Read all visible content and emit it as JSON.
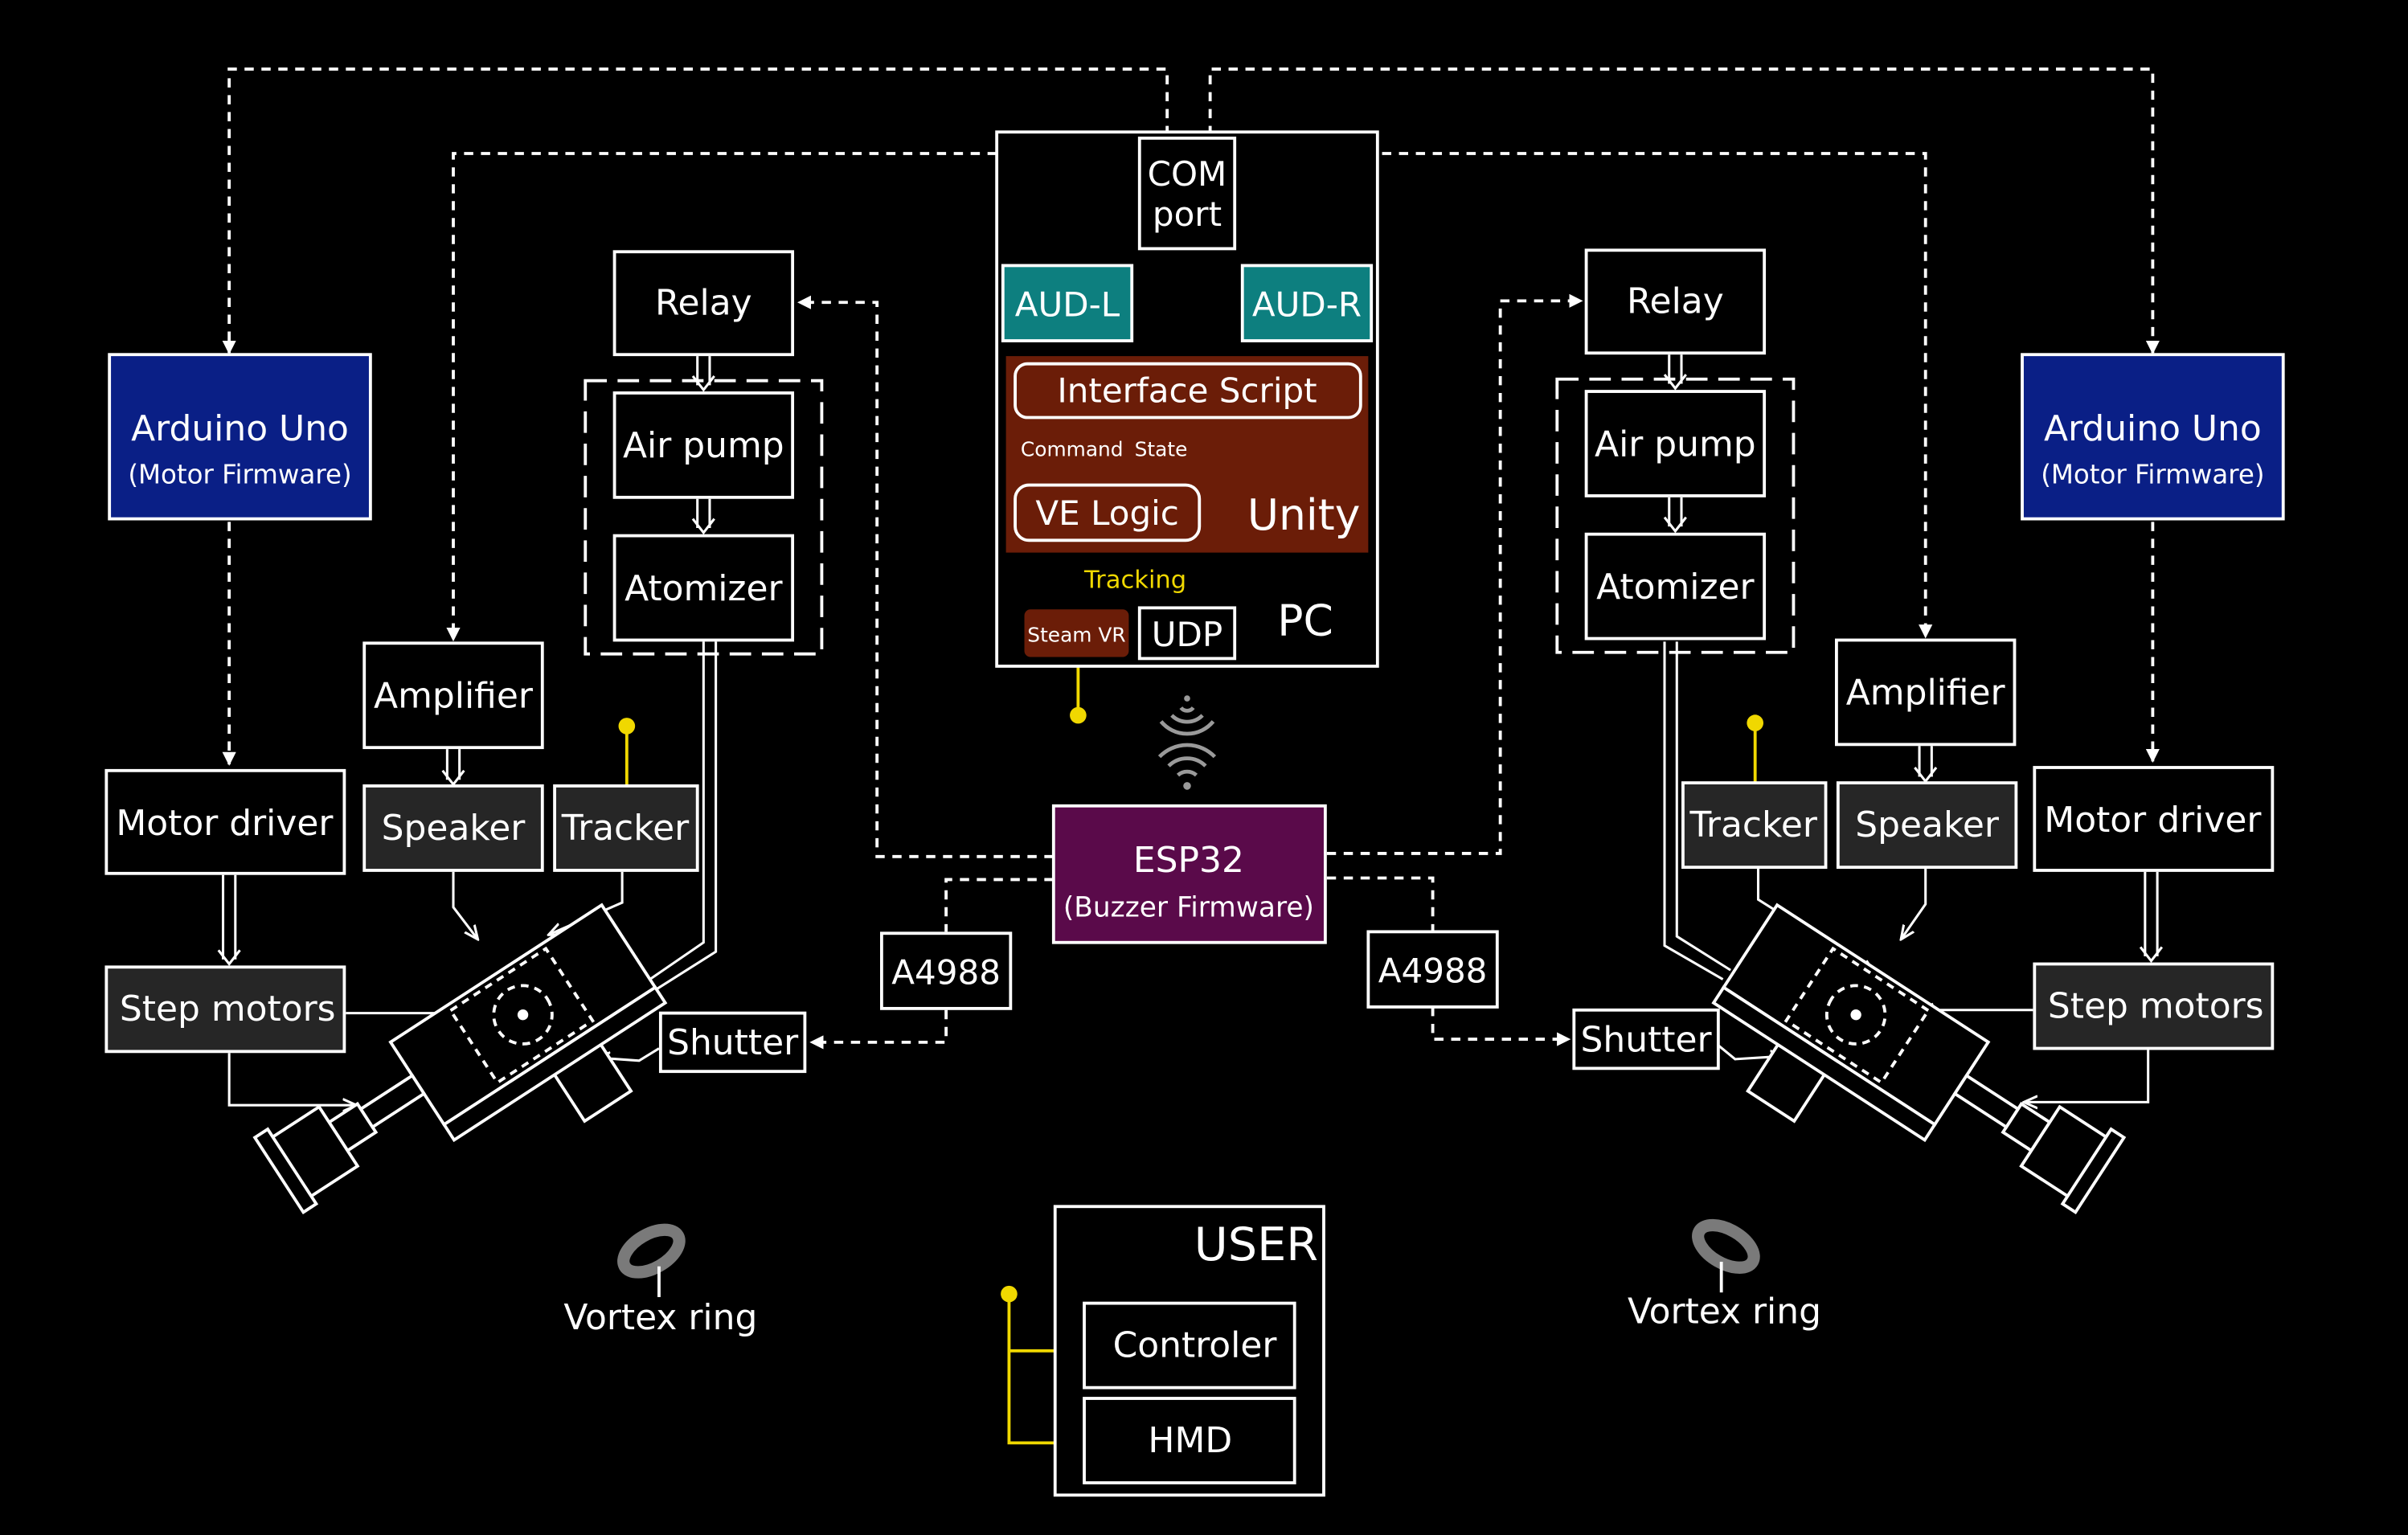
{
  "colors": {
    "background": "#000000",
    "stroke": "#ffffff",
    "arduino_fill": "#0a1f86",
    "audio_fill": "#0d7f7f",
    "unity_fill": "#6b1d08",
    "esp32_fill": "#5a0a4a",
    "device_fill": "#262626",
    "tracking": "#f0d800",
    "vortex_ring": "#7a7a7a"
  },
  "pc": {
    "label": "PC",
    "com_port": [
      "COM",
      "port"
    ],
    "aud_left": "AUD-L",
    "aud_right": "AUD-R",
    "unity": {
      "label": "Unity",
      "interface_script": "Interface Script",
      "ve_logic": "VE Logic",
      "command_label": "Command",
      "state_label": "State"
    },
    "tracking_label": "Tracking",
    "steam_vr": "Steam VR",
    "udp": "UDP"
  },
  "esp32": {
    "title": "ESP32",
    "subtitle": "(Buzzer Firmware)"
  },
  "left": {
    "arduino_title": "Arduino Uno",
    "arduino_subtitle": "(Motor Firmware)",
    "relay": "Relay",
    "air_pump": "Air pump",
    "atomizer": "Atomizer",
    "amplifier": "Amplifier",
    "motor_driver": "Motor driver",
    "speaker": "Speaker",
    "tracker": "Tracker",
    "step_motors": "Step motors",
    "shutter": "Shutter",
    "a4988": "A4988",
    "vortex_ring": "Vortex ring"
  },
  "right": {
    "arduino_title": "Arduino Uno",
    "arduino_subtitle": "(Motor Firmware)",
    "relay": "Relay",
    "air_pump": "Air pump",
    "atomizer": "Atomizer",
    "amplifier": "Amplifier",
    "motor_driver": "Motor driver",
    "speaker": "Speaker",
    "tracker": "Tracker",
    "step_motors": "Step motors",
    "shutter": "Shutter",
    "a4988": "A4988",
    "vortex_ring": "Vortex ring"
  },
  "user": {
    "label": "USER",
    "controller": "Controler",
    "hmd": "HMD"
  }
}
